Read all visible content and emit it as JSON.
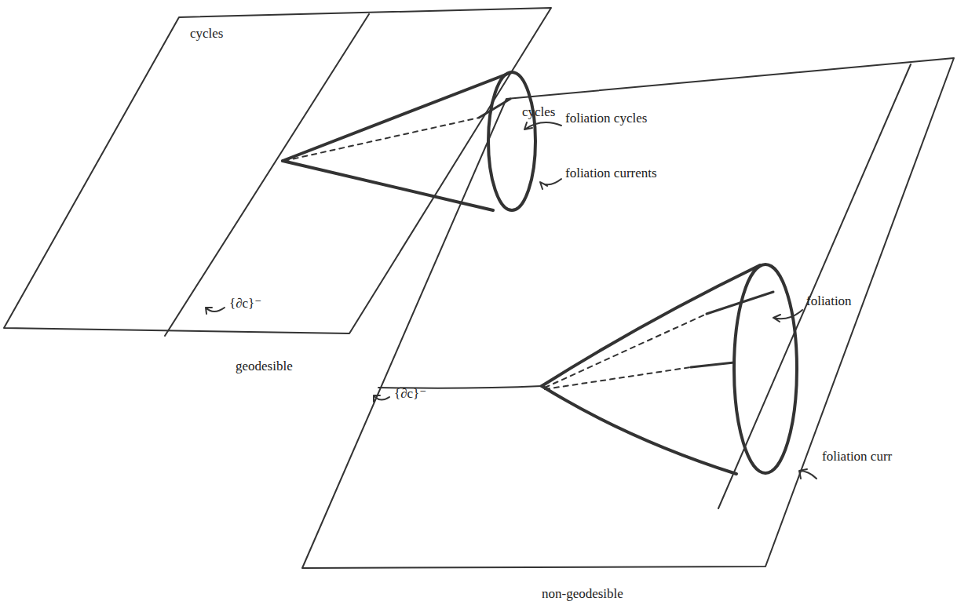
{
  "diagram": {
    "nodes": [
      {
        "text": [
          "cycles"
        ]
      },
      {
        "text": [
          "cycles"
        ]
      }
    ],
    "labels": [
      "foliation cycles",
      "foliation currents",
      "{∂c}⁻",
      "geodesible",
      "foliation",
      "foliation curr",
      "{∂c}⁻",
      "non-geodesible"
    ]
  }
}
